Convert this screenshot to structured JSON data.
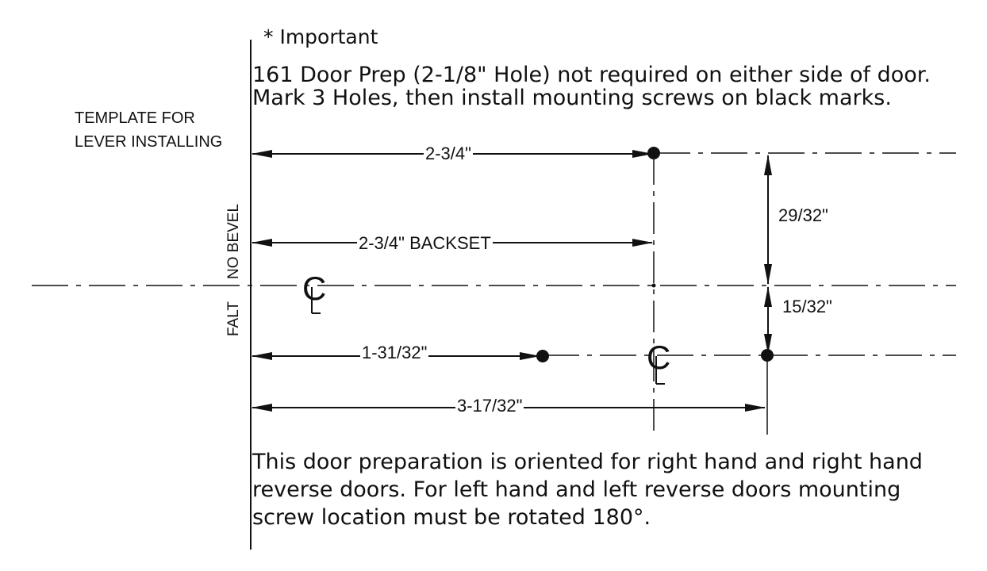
{
  "notes": {
    "important": "* Important",
    "prep_line1": "161 Door Prep (2-1/8\" Hole) not required on either side of door.",
    "prep_line2": "Mark 3 Holes, then install mounting screws on black marks."
  },
  "template_title": {
    "line1": "TEMPLATE FOR",
    "line2": "LEVER INSTALLING"
  },
  "edge_labels": {
    "falt": "FALT",
    "no_bevel": "NO BEVEL"
  },
  "dimensions": {
    "top_hole": "2-3/4\"",
    "backset": "2-3/4\" BACKSET",
    "low_left_hole": "1-31/32\"",
    "low_right_hole": "3-17/32\"",
    "vertical_upper": "29/32\"",
    "vertical_lower": "15/32\""
  },
  "centerline_symbol": "CL",
  "footer": {
    "line1": "This door preparation is oriented for right hand and right hand",
    "line2": "reverse doors. For left hand and left reverse doors mounting",
    "line3": "screw location must be rotated 180°."
  },
  "colors": {
    "ink": "#111111",
    "background": "#ffffff"
  }
}
